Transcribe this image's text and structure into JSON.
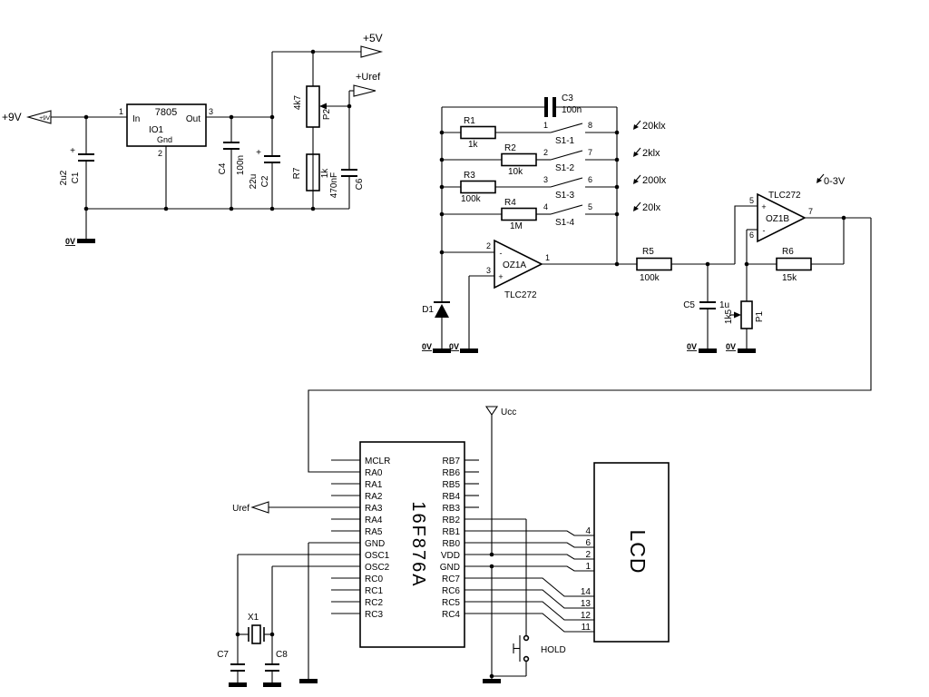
{
  "power": {
    "v9_label": "+9V",
    "v9_arrow_label": "+9V",
    "v5_label": "+5V",
    "uref_out_label": "+Uref",
    "gnd_label": "0V",
    "c1_name": "C1",
    "c1_value": "2u2",
    "c1_plus": "+",
    "reg_part": "7805",
    "reg_name": "IO1",
    "reg_in": "In",
    "reg_out": "Out",
    "reg_gnd": "Gnd",
    "reg_pin_in": "1",
    "reg_pin_out": "3",
    "reg_pin_gnd": "2",
    "c4_name": "C4",
    "c4_value": "100n",
    "c2_name": "C2",
    "c2_value": "22u",
    "c2_plus": "+",
    "r7_name": "R7",
    "r7_value": "1k",
    "p2_name": "P2",
    "p2_value": "4k7",
    "c6_name": "C6",
    "c6_value": "470nF"
  },
  "amp": {
    "c3_name": "C3",
    "c3_value": "100n",
    "r1_name": "R1",
    "r1_value": "1k",
    "r2_name": "R2",
    "r2_value": "10k",
    "r3_name": "R3",
    "r3_value": "100k",
    "r4_name": "R4",
    "r4_value": "1M",
    "s1_labels": [
      "S1-1",
      "S1-2",
      "S1-3",
      "S1-4"
    ],
    "s1_pins_left": [
      "1",
      "2",
      "3",
      "4"
    ],
    "s1_pins_right": [
      "8",
      "7",
      "6",
      "5"
    ],
    "ranges": [
      "20klx",
      "2klx",
      "200lx",
      "20lx"
    ],
    "oz1a_name": "OZ1A",
    "oz1a_part": "TLC272",
    "oz1a_pin_inv": "2",
    "oz1a_pin_nin": "3",
    "oz1a_pin_out": "1",
    "oz1b_name": "OZ1B",
    "oz1b_part": "TLC272",
    "oz1b_pin_nin": "5",
    "oz1b_pin_inv": "6",
    "oz1b_pin_out": "7",
    "minus": "-",
    "plus": "+",
    "d1_name": "D1",
    "r5_name": "R5",
    "r5_value": "100k",
    "c5_name": "C5",
    "c5_value": "1u",
    "p1_name": "P1",
    "p1_value": "1k5",
    "r6_name": "R6",
    "r6_value": "15k",
    "out_range": "0-3V",
    "gnd_label": "0V"
  },
  "mcu": {
    "part": "16F876A",
    "ucc_label": "Ucc",
    "uref_label": "Uref",
    "left_pins": [
      "MCLR",
      "RA0",
      "RA1",
      "RA2",
      "RA3",
      "RA4",
      "RA5",
      "GND",
      "OSC1",
      "OSC2",
      "RC0",
      "RC1",
      "RC2",
      "RC3"
    ],
    "right_pins": [
      "RB7",
      "RB6",
      "RB5",
      "RB4",
      "RB3",
      "RB2",
      "RB1",
      "RB0",
      "VDD",
      "GND",
      "RC7",
      "RC6",
      "RC5",
      "RC4"
    ],
    "x1_name": "X1",
    "c7_name": "C7",
    "c8_name": "C8",
    "hold_label": "HOLD"
  },
  "lcd": {
    "title": "LCD",
    "pin_numbers": [
      "4",
      "6",
      "2",
      "1",
      "14",
      "13",
      "12",
      "11"
    ]
  }
}
